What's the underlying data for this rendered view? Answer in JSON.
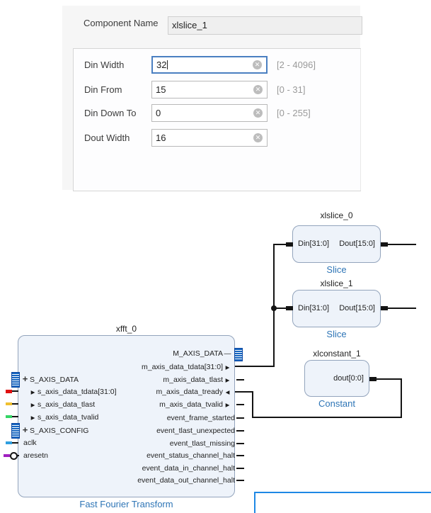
{
  "dialog": {
    "component_name_label": "Component Name",
    "component_name_value": "xlslice_1",
    "fields": [
      {
        "label": "Din Width",
        "value": "32",
        "range": "[2 - 4096]"
      },
      {
        "label": "Din From",
        "value": "15",
        "range": "[0 - 31]"
      },
      {
        "label": "Din Down To",
        "value": "0",
        "range": "[0 - 255]"
      },
      {
        "label": "Dout Width",
        "value": "16",
        "range": ""
      }
    ]
  },
  "icons": {
    "clear": "✕",
    "expand": "+",
    "dash": "—"
  },
  "diagram": {
    "xlslice_0": {
      "title": "xlslice_0",
      "type": "Slice",
      "din": "Din[31:0]",
      "dout": "Dout[15:0]"
    },
    "xlslice_1": {
      "title": "xlslice_1",
      "type": "Slice",
      "din": "Din[31:0]",
      "dout": "Dout[15:0]"
    },
    "xlconstant_1": {
      "title": "xlconstant_1",
      "type": "Constant",
      "dout": "dout[0:0]"
    },
    "xfft_0": {
      "title": "xfft_0",
      "type": "Fast Fourier Transform",
      "left_ports": [
        {
          "label": "S_AXIS_DATA",
          "glyph": "+"
        },
        {
          "label": "s_axis_data_tdata[31:0]",
          "glyph": "▶"
        },
        {
          "label": "s_axis_data_tlast",
          "glyph": "▶"
        },
        {
          "label": "s_axis_data_tvalid",
          "glyph": "▶"
        },
        {
          "label": "S_AXIS_CONFIG",
          "glyph": "+"
        },
        {
          "label": "aclk",
          "glyph": ""
        },
        {
          "label": "aresetn",
          "glyph": ""
        }
      ],
      "right_ports": [
        {
          "label": "M_AXIS_DATA",
          "glyph": "—"
        },
        {
          "label": "m_axis_data_tdata[31:0]",
          "glyph": "▶"
        },
        {
          "label": "m_axis_data_tlast",
          "glyph": "▶"
        },
        {
          "label": "m_axis_data_tready",
          "glyph": "◀"
        },
        {
          "label": "m_axis_data_tvalid",
          "glyph": "▶"
        },
        {
          "label": "event_frame_started",
          "glyph": ""
        },
        {
          "label": "event_tlast_unexpected",
          "glyph": ""
        },
        {
          "label": "event_tlast_missing",
          "glyph": ""
        },
        {
          "label": "event_status_channel_halt",
          "glyph": ""
        },
        {
          "label": "event_data_in_channel_halt",
          "glyph": ""
        },
        {
          "label": "event_data_out_channel_halt",
          "glyph": ""
        }
      ]
    }
  },
  "colors": {
    "label_blue": "#2e75b6",
    "focus_border": "#4a7fc1",
    "wire": "#141414",
    "block_fill": "#eef3fa",
    "block_border": "#93a4bc",
    "stub_tdata": "#e01010",
    "stub_tlast": "#f0c030",
    "stub_tvalid": "#35d565",
    "stub_aclk": "#2f9fe0",
    "stub_aresetn": "#a020c0",
    "bus_icon": "#1565c0",
    "selection_box": "#1e88e5"
  }
}
